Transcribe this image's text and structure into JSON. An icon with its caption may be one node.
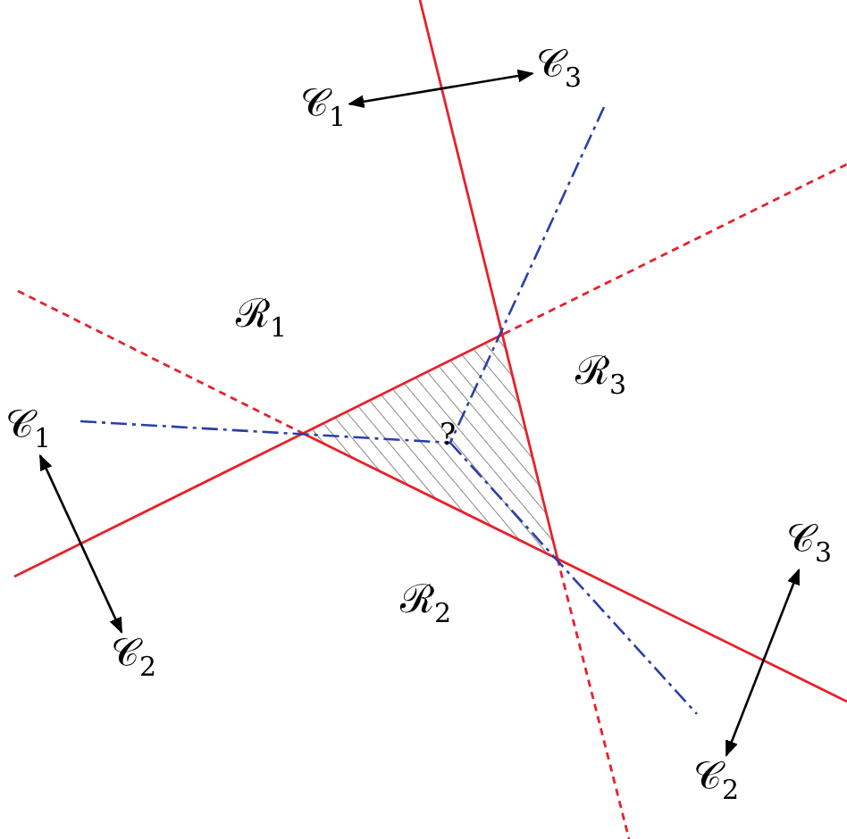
{
  "diagram": {
    "nodes": [
      {
        "text": [
          "𝒞$_{1}$"
        ]
      },
      {
        "text": [
          "𝒞$_{3}$"
        ]
      },
      {
        "text": [
          "𝒞$_{1}$"
        ]
      },
      {
        "text": [
          "𝒞$_{2}$"
        ]
      },
      {
        "text": [
          "𝒞$_{3}$"
        ]
      },
      {
        "text": [
          "𝒞$_{2}$"
        ]
      }
    ],
    "edges": [
      {
        "from": 0,
        "to": 1,
        "arrow": "both"
      },
      {
        "from": 2,
        "to": 3,
        "arrow": "both"
      },
      {
        "from": 4,
        "to": 5,
        "arrow": "both"
      }
    ],
    "labels": [
      "ℛ$_{1}$",
      "ℛ$_{3}$",
      "?",
      "ℛ$_{2}$"
    ]
  }
}
